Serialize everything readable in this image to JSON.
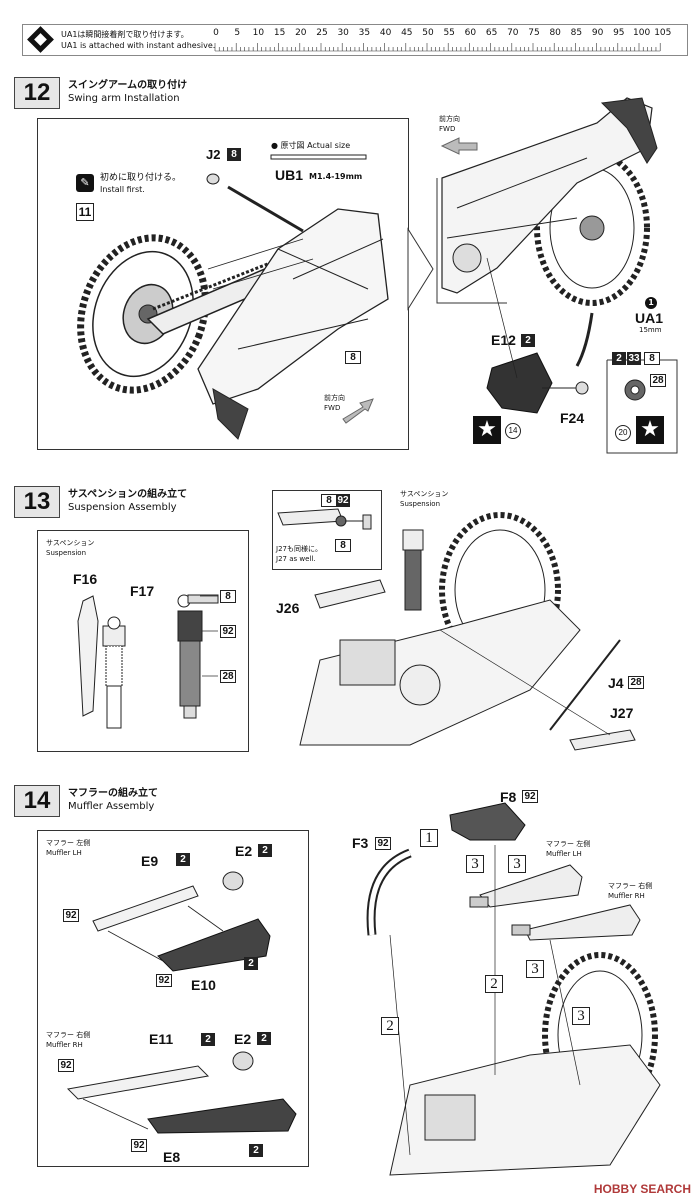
{
  "header": {
    "note_jp": "UA1は瞬間接着剤で取り付けます。",
    "note_en": "UA1 is attached with instant adhesive.",
    "ruler_ticks": [
      "0",
      "5",
      "10",
      "15",
      "20",
      "25",
      "30",
      "35",
      "40",
      "45",
      "50",
      "55",
      "60",
      "65",
      "70",
      "75",
      "80",
      "85",
      "90",
      "95",
      "100",
      "105"
    ]
  },
  "step12": {
    "num": "12",
    "title_jp": "スイングアームの取り付け",
    "title_en": "Swing arm Installation",
    "install_jp": "初めに取り付ける。",
    "install_en": "Install first.",
    "part_11": "11",
    "j2": "J2",
    "j2_qty": "8",
    "actual_jp": "● 原寸図 Actual size",
    "ub1": "UB1",
    "ub1_size": "M1.4-19mm",
    "part_8": "8",
    "fwd_jp": "前方向",
    "fwd_en": "FWD",
    "fwd2_jp": "前方向",
    "fwd2_en": "FWD",
    "ua1_num": "1",
    "ua1": "UA1",
    "ua1_size": "15mm",
    "e12": "E12",
    "e12_qty": "2",
    "f24": "F24",
    "circle14": "14",
    "c_2": "2",
    "c_33": "33",
    "c_8": "8",
    "c_28": "28",
    "circle20": "20"
  },
  "step13": {
    "num": "13",
    "title_jp": "サスペンションの組み立て",
    "title_en": "Suspension Assembly",
    "susp_jp": "サスペンション",
    "susp_en": "Suspension",
    "f16": "F16",
    "f17": "F17",
    "c8": "8",
    "c92": "92",
    "c28": "28",
    "inset_8": "8",
    "inset_92": "92",
    "inset_8b": "8",
    "j27_note_jp": "J27も同様に。",
    "j27_note_en": "J27 as well.",
    "susp2_jp": "サスペンション",
    "susp2_en": "Suspension",
    "j26": "J26",
    "j4": "J4",
    "j4_qty": "28",
    "j27": "J27"
  },
  "step14": {
    "num": "14",
    "title_jp": "マフラーの組み立て",
    "title_en": "Muffler Assembly",
    "lh_jp": "マフラー 左側",
    "lh_en": "Muffler LH",
    "e9": "E9",
    "e9_qty": "2",
    "e2": "E2",
    "e2_qty": "2",
    "c92a": "92",
    "c92b": "92",
    "e10": "E10",
    "e10_qty": "2",
    "rh_jp": "マフラー 右側",
    "rh_en": "Muffler RH",
    "e11": "E11",
    "e11_qty": "2",
    "e2b": "E2",
    "e2b_qty": "2",
    "c92c": "92",
    "c92d": "92",
    "e8": "E8",
    "e8_qty": "2",
    "f3": "F3",
    "f3_qty": "92",
    "f8": "F8",
    "f8_qty": "92",
    "seq1": "1",
    "seq3a": "3",
    "seq3b": "3",
    "seq2a": "2",
    "seq2b": "2",
    "seq3c": "3",
    "seq3d": "3",
    "lh2_jp": "マフラー 左側",
    "lh2_en": "Muffler LH",
    "rh2_jp": "マフラー 右側",
    "rh2_en": "Muffler RH"
  },
  "footer": {
    "brand": "HOBBY SEARCH"
  }
}
